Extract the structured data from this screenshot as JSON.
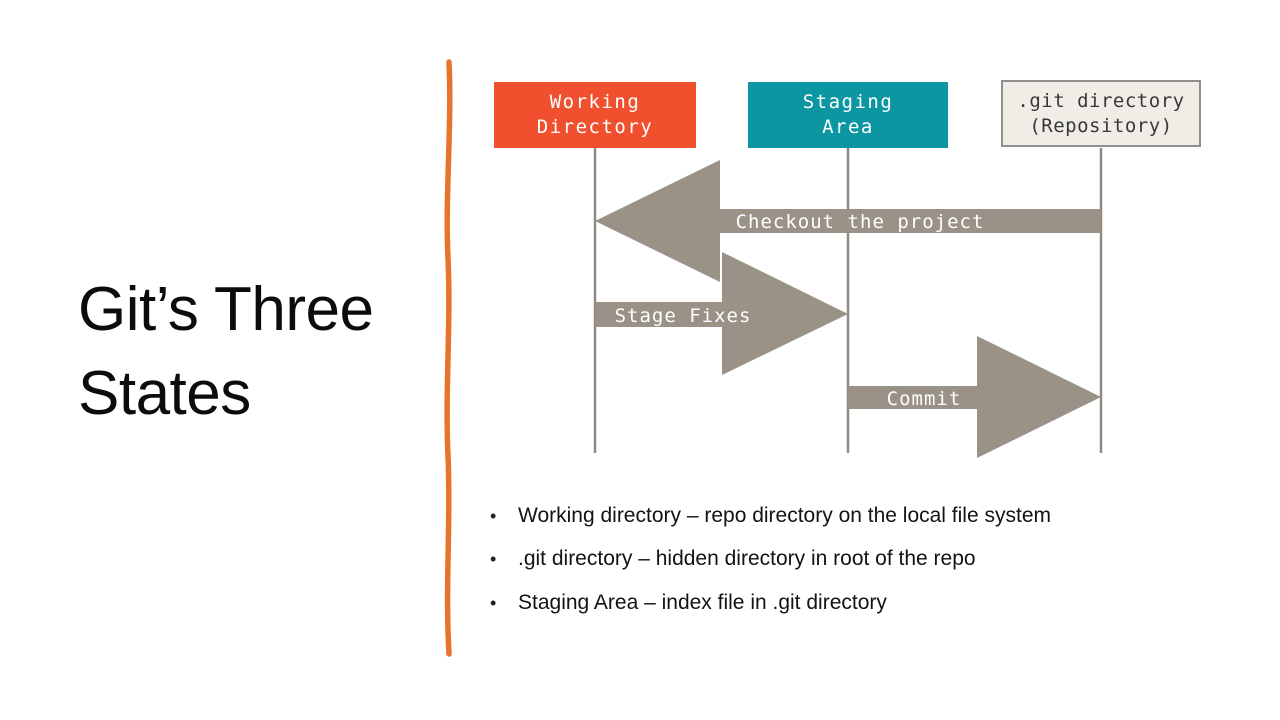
{
  "slide": {
    "title": "Git’s Three States",
    "background_color": "#FFFFFF",
    "accent_color": "#E8732A"
  },
  "diagram": {
    "boxes": [
      {
        "id": "working-directory",
        "label": "Working\nDirectory",
        "bg": "#F1502F",
        "text_color": "#FFFFFF"
      },
      {
        "id": "staging-area",
        "label": "Staging\nArea",
        "bg": "#0C96A1",
        "text_color": "#FFFFFF"
      },
      {
        "id": "git-directory",
        "label": ".git directory\n(Repository)",
        "bg": "#EFEDE6",
        "text_color": "#383838",
        "border_color": "#8F8F8F"
      }
    ],
    "arrows": [
      {
        "label": "Checkout the project",
        "direction": "left",
        "from": "git-directory",
        "to": "working-directory"
      },
      {
        "label": "Stage Fixes",
        "direction": "right",
        "from": "working-directory",
        "to": "staging-area"
      },
      {
        "label": "Commit",
        "direction": "right",
        "from": "staging-area",
        "to": "git-directory"
      }
    ],
    "arrow_color": "#9A9286",
    "lifeline_color": "#908A80"
  },
  "bullets": [
    "Working directory – repo directory on the local file system",
    ".git directory – hidden directory in root of the repo",
    "Staging Area – index file in .git directory"
  ]
}
